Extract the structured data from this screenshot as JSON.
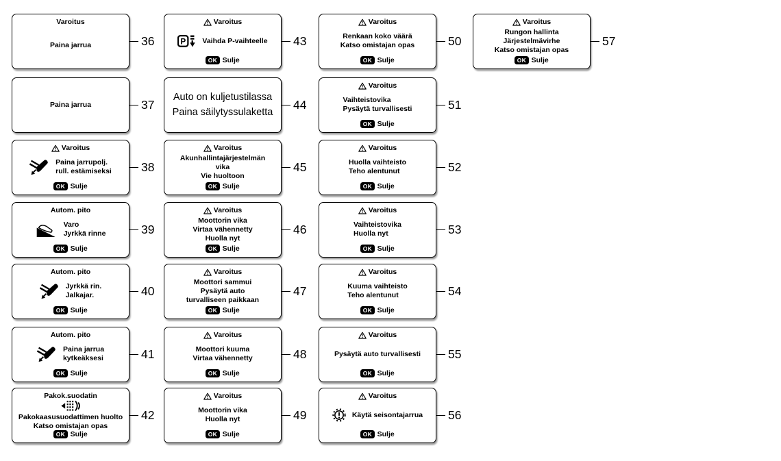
{
  "figure": {
    "background": "#ffffff",
    "line_color": "#000000",
    "description": "Cluster warning message screens numbered 36-57"
  },
  "ok": {
    "badge": "OK",
    "label": "Sulje"
  },
  "boxes": [
    {
      "label": "36",
      "col": 0,
      "row": 0,
      "title": "Varoitus",
      "warning": false,
      "lines": [
        "Paina jarrua"
      ],
      "ok": false
    },
    {
      "label": "37",
      "col": 0,
      "row": 1,
      "lines": [
        "Paina jarrua"
      ],
      "ok": false
    },
    {
      "label": "38",
      "col": 0,
      "row": 2,
      "title": "Varoitus",
      "warning": true,
      "icon": "brake-pedal",
      "layout": "row",
      "align": "left",
      "lines": [
        "Paina jarrupolj.",
        "rull. estämiseksi"
      ],
      "ok": true
    },
    {
      "label": "39",
      "col": 0,
      "row": 3,
      "title": "Autom. pito",
      "warning": false,
      "icon": "hill-descent",
      "layout": "row",
      "align": "left",
      "lines": [
        "Varo",
        "Jyrkkä rinne"
      ],
      "ok": true
    },
    {
      "label": "40",
      "col": 0,
      "row": 4,
      "title": "Autom. pito",
      "warning": false,
      "icon": "brake-pedal",
      "layout": "row",
      "align": "left",
      "lines": [
        "Jyrkkä rin.",
        "Jalkajar."
      ],
      "ok": true
    },
    {
      "label": "41",
      "col": 0,
      "row": 5,
      "title": "Autom. pito",
      "warning": false,
      "icon": "brake-pedal",
      "layout": "row",
      "align": "left",
      "lines": [
        "Paina jarrua",
        "kytkeäksesi"
      ],
      "ok": true
    },
    {
      "label": "42",
      "col": 0,
      "row": 6,
      "title": "Pakok.suodatin",
      "warning": false,
      "icon": "exhaust-filter",
      "layout": "stack",
      "lines": [
        "Pakokaasusuodattimen huolto",
        "Katso omistajan opas"
      ],
      "ok": true
    },
    {
      "label": "43",
      "col": 1,
      "row": 0,
      "title": "Varoitus",
      "warning": true,
      "icon": "shift-to-p",
      "layout": "row",
      "lines": [
        "Vaihda P-vaihteelle"
      ],
      "ok": true
    },
    {
      "label": "44",
      "col": 1,
      "row": 1,
      "big": true,
      "lines": [
        "Auto on kuljetustilassa",
        "Paina säilytyssulaketta"
      ],
      "ok": false
    },
    {
      "label": "45",
      "col": 1,
      "row": 2,
      "title": "Varoitus",
      "warning": true,
      "lines": [
        "Akunhallintajärjestelmän",
        "vika",
        "Vie huoltoon"
      ],
      "ok": true
    },
    {
      "label": "46",
      "col": 1,
      "row": 3,
      "title": "Varoitus",
      "warning": true,
      "lines": [
        "Moottorin vika",
        "Virtaa vähennetty",
        "Huolla nyt"
      ],
      "ok": true
    },
    {
      "label": "47",
      "col": 1,
      "row": 4,
      "title": "Varoitus",
      "warning": true,
      "lines": [
        "Moottori sammui",
        "Pysäytä auto",
        "turvalliseen paikkaan"
      ],
      "ok": true
    },
    {
      "label": "48",
      "col": 1,
      "row": 5,
      "title": "Varoitus",
      "warning": true,
      "lines": [
        "Moottori kuuma",
        "Virtaa vähennetty"
      ],
      "ok": true
    },
    {
      "label": "49",
      "col": 1,
      "row": 6,
      "title": "Varoitus",
      "warning": true,
      "lines": [
        "Moottorin vika",
        "Huolla nyt"
      ],
      "ok": true
    },
    {
      "label": "50",
      "col": 2,
      "row": 0,
      "title": "Varoitus",
      "warning": true,
      "lines": [
        "Renkaan koko väärä",
        "Katso omistajan opas"
      ],
      "ok": true
    },
    {
      "label": "51",
      "col": 2,
      "row": 1,
      "title": "Varoitus",
      "warning": true,
      "align": "left",
      "lines": [
        "Vaihteistovika",
        "Pysäytä turvallisesti"
      ],
      "ok": true
    },
    {
      "label": "52",
      "col": 2,
      "row": 2,
      "title": "Varoitus",
      "warning": true,
      "align": "left",
      "lines": [
        "Huolla vaihteisto",
        "Teho alentunut"
      ],
      "ok": true
    },
    {
      "label": "53",
      "col": 2,
      "row": 3,
      "title": "Varoitus",
      "warning": true,
      "align": "left",
      "lines": [
        "Vaihteistovika",
        "Huolla nyt"
      ],
      "ok": true
    },
    {
      "label": "54",
      "col": 2,
      "row": 4,
      "title": "Varoitus",
      "warning": true,
      "align": "left",
      "lines": [
        "Kuuma vaihteisto",
        "Teho alentunut"
      ],
      "ok": true
    },
    {
      "label": "55",
      "col": 2,
      "row": 5,
      "title": "Varoitus",
      "warning": true,
      "lines": [
        "Pysäytä auto turvallisesti"
      ],
      "ok": true
    },
    {
      "label": "56",
      "col": 2,
      "row": 6,
      "title": "Varoitus",
      "warning": true,
      "icon": "parking-brake",
      "layout": "row",
      "lines": [
        "Käytä seisontajarrua"
      ],
      "ok": true
    },
    {
      "label": "57",
      "col": 3,
      "row": 0,
      "title": "Varoitus",
      "warning": true,
      "lines": [
        "Rungon hallinta",
        "Järjestelmävirhe",
        "Katso omistajan opas"
      ],
      "ok": true
    }
  ]
}
